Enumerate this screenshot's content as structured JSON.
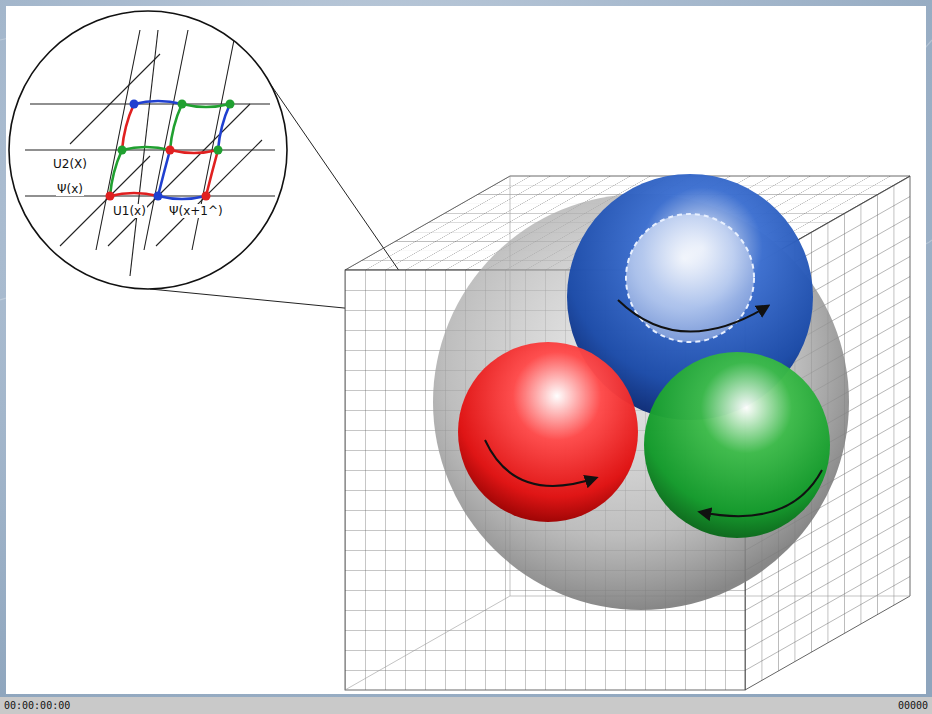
{
  "diagram": {
    "labels": [
      "U2(X)",
      "Ψ(x)",
      "U1(x)",
      "Ψ(x+1^)",
      "00:00:00:00",
      "00000"
    ]
  }
}
